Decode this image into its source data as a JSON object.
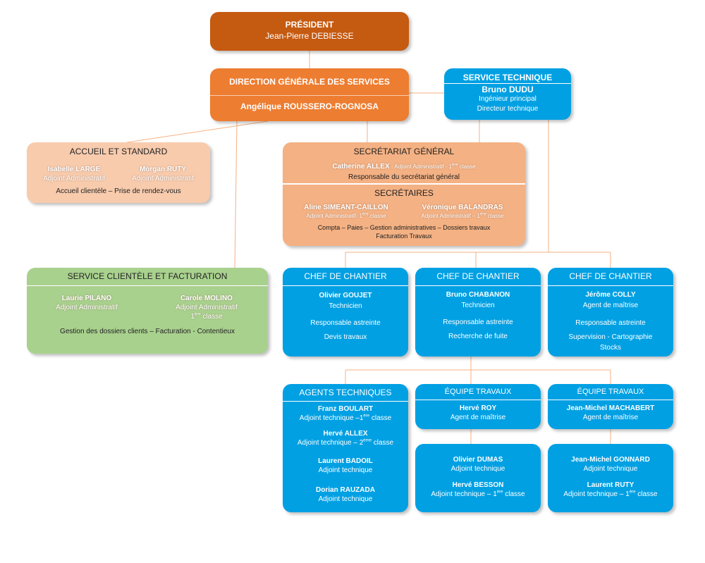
{
  "colors": {
    "president": "#c55a11",
    "direction": "#ed7d31",
    "technical_blue": "#00a0e3",
    "reception_peach": "#f8cbad",
    "secretariat_salmon": "#f4b183",
    "customer_green": "#a9d18e",
    "connector_line": "#f4b183"
  },
  "president": {
    "title": "PRÉSIDENT",
    "name": "Jean-Pierre DEBIESSE"
  },
  "dgs": {
    "title": "DIRECTION GÉNÉRALE DES SERVICES",
    "name": "Angélique ROUSSERO-ROGNOSA"
  },
  "service_technique": {
    "title": "SERVICE TECHNIQUE",
    "name": "Bruno DUDU",
    "role1": "Ingénieur principal",
    "role2": "Directeur technique"
  },
  "accueil": {
    "title": "ACCUEIL ET STANDARD",
    "p1_name": "Isabelle LARGE",
    "p1_role": "Adjoint Administratif",
    "p2_name": "Morgan RUTY",
    "p2_role": "Adjoint Administratif",
    "mission": "Accueil clientèle – Prise de rendez-vous"
  },
  "secretariat": {
    "title": "SECRÉTARIAT GÉNÉRAL",
    "head_name": "Catherine ALLEX",
    "head_role_prefix": " - Adjoint Administratif - 1",
    "head_role_sup": "ère",
    "head_role_suffix": " classe",
    "head_mission": "Responsable du secrétariat général",
    "sub_title": "SECRÉTAIRES",
    "s1_name": "Aline SIMEANT-CAILLON",
    "s1_role_prefix": "Adjoint Administratif- 1",
    "s1_role_sup": "ère",
    "s1_role_suffix": " classe",
    "s2_name": "Véronique BALANDRAS",
    "s2_role_prefix": "Adjoint Administratif – 1",
    "s2_role_sup": "ère",
    "s2_role_suffix": " classe",
    "mission1": "Compta – Paies – Gestion administratives – Dossiers travaux",
    "mission2": "Facturation Travaux"
  },
  "clientele": {
    "title": "SERVICE CLIENTÈLE ET FACTURATION",
    "p1_name": "Laurie PILANO",
    "p1_role": "Adjoint Administratif",
    "p2_name": "Carole MOLINO",
    "p2_role": "Adjoint Administratif",
    "p2_role2_prefix": "1",
    "p2_role2_sup": "ère",
    "p2_role2_suffix": " classe",
    "mission": "Gestion des dossiers clients – Facturation - Contentieux"
  },
  "chef1": {
    "title": "CHEF DE CHANTIER",
    "name": "Olivier GOUJET",
    "role": "Technicien",
    "mission1": "Responsable astreinte",
    "mission2": "Devis travaux"
  },
  "chef2": {
    "title": "CHEF DE CHANTIER",
    "name": "Bruno CHABANON",
    "role": "Technicien",
    "mission1": "Responsable astreinte",
    "mission2": "Recherche de fuite"
  },
  "chef3": {
    "title": "CHEF DE CHANTIER",
    "name": "Jérôme COLLY",
    "role": "Agent de maîtrise",
    "mission1": "Responsable astreinte",
    "mission2": "Supervision - Cartographie",
    "mission3": "Stocks"
  },
  "agents": {
    "title": "AGENTS TECHNIQUES",
    "a1_name": "Franz BOULART",
    "a1_role_prefix": "Adjoint technique –1",
    "a1_role_sup": "ère",
    "a1_role_suffix": " classe",
    "a2_name": "Hervé ALLEX",
    "a2_role_prefix": "Adjoint technique – 2",
    "a2_role_sup": "ème",
    "a2_role_suffix": " classe",
    "a3_name": "Laurent BADOIL",
    "a3_role": "Adjoint technique",
    "a4_name": "Dorian RAUZADA",
    "a4_role": "Adjoint technique"
  },
  "equipe1": {
    "title": "ÉQUIPE TRAVAUX",
    "name": "Hervé ROY",
    "role": "Agent de maîtrise"
  },
  "equipe1_members": {
    "m1_name": "Olivier DUMAS",
    "m1_role": "Adjoint technique",
    "m2_name": "Hervé BESSON",
    "m2_role_prefix": "Adjoint technique – 1",
    "m2_role_sup": "ère",
    "m2_role_suffix": " classe"
  },
  "equipe2": {
    "title": "ÉQUIPE TRAVAUX",
    "name": "Jean-Michel MACHABERT",
    "role": "Agent de maîtrise"
  },
  "equipe2_members": {
    "m1_name": "Jean-Michel GONNARD",
    "m1_role": "Adjoint technique",
    "m2_name": "Laurent RUTY",
    "m2_role_prefix": "Adjoint technique – 1",
    "m2_role_sup": "ère",
    "m2_role_suffix": " classe"
  }
}
